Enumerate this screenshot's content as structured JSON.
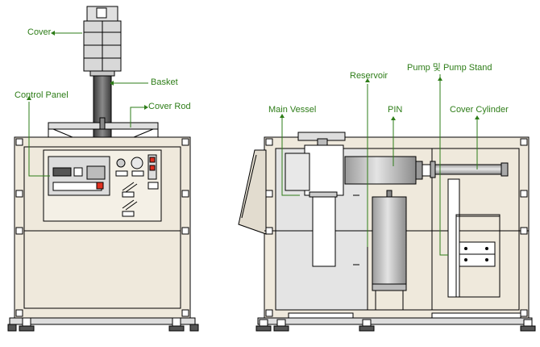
{
  "labels": {
    "cover": "Cover",
    "basket": "Basket",
    "control_panel": "Control Panel",
    "cover_rod": "Cover Rod",
    "main_vessel": "Main Vessel",
    "reservoir": "Reservoir",
    "pin": "PIN",
    "pump_stand": "Pump 및 Pump Stand",
    "cover_cylinder": "Cover Cylinder"
  },
  "colors": {
    "label": "#2e7d18",
    "frame": "#efe9dc",
    "outline": "#000000"
  }
}
